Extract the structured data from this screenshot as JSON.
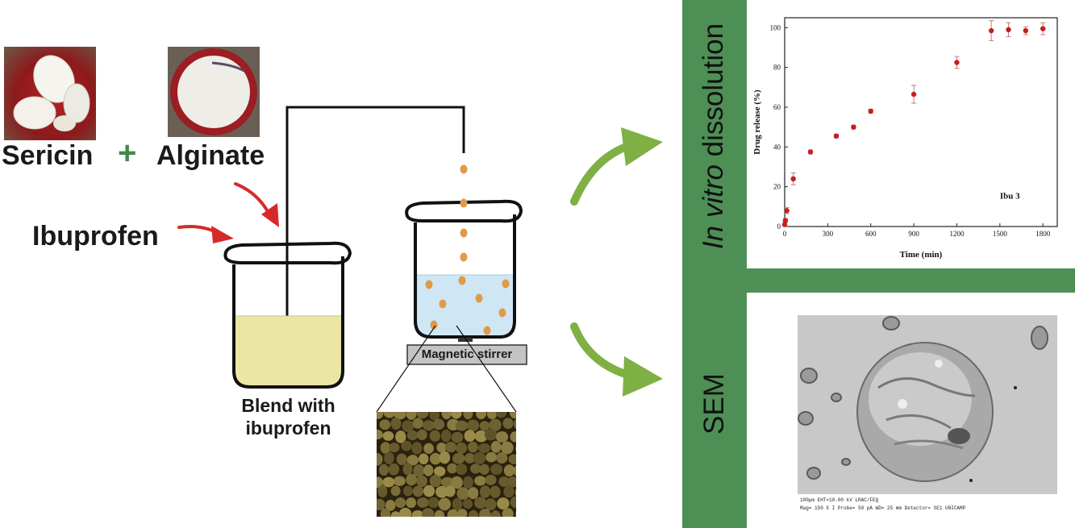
{
  "labels": {
    "sericin": "Sericin",
    "plus": "+",
    "alginate": "Alginate",
    "ibuprofen": "Ibuprofen",
    "blend_line1": "Blend with",
    "blend_line2": "ibuprofen",
    "stirrer": "Magnetic stirrer",
    "invitro_italic": "In vitro",
    "dissolution": "dissolution",
    "sem": "SEM"
  },
  "sem_footer": {
    "line1": "100μm   EHT=10.00 kV                                    LRAC/FEQ",
    "line2": "Mag=  150 X  I Probe=   50 pA   WD= 25 mm   Detector= SE1   UNICAMP"
  },
  "colors": {
    "green_panel": "#4e8f56",
    "plus_green": "#3f8a4a",
    "arrow_red": "#d62a2a",
    "arrow_green": "#7fb043",
    "liquid_yellow": "#ece6a4",
    "liquid_blue": "#cfe7f5",
    "bead_orange": "#e09a4a",
    "marker_red": "#c41e1e"
  },
  "chart_data": {
    "type": "scatter",
    "title": "",
    "xlabel": "Time (min)",
    "ylabel": "Drug release (%)",
    "annotation": "Ibu 3",
    "xlim": [
      0,
      1900
    ],
    "ylim": [
      0,
      105
    ],
    "xticks": [
      0,
      300,
      600,
      900,
      1200,
      1500,
      1800
    ],
    "yticks": [
      0,
      20,
      40,
      60,
      80,
      100
    ],
    "grid": false,
    "error_bars": true,
    "series": [
      {
        "x": [
          0,
          5,
          15,
          60,
          180,
          360,
          480,
          600,
          900,
          1200,
          1440,
          1560,
          1680,
          1800
        ],
        "y": [
          1,
          3,
          8,
          24,
          37.5,
          45.5,
          50,
          58,
          66.5,
          82.5,
          98.5,
          99,
          98.5,
          99.5
        ],
        "err": [
          1,
          1,
          1.5,
          3,
          1,
          1,
          1,
          1,
          4.5,
          3,
          5,
          3.5,
          2,
          3
        ]
      }
    ]
  }
}
